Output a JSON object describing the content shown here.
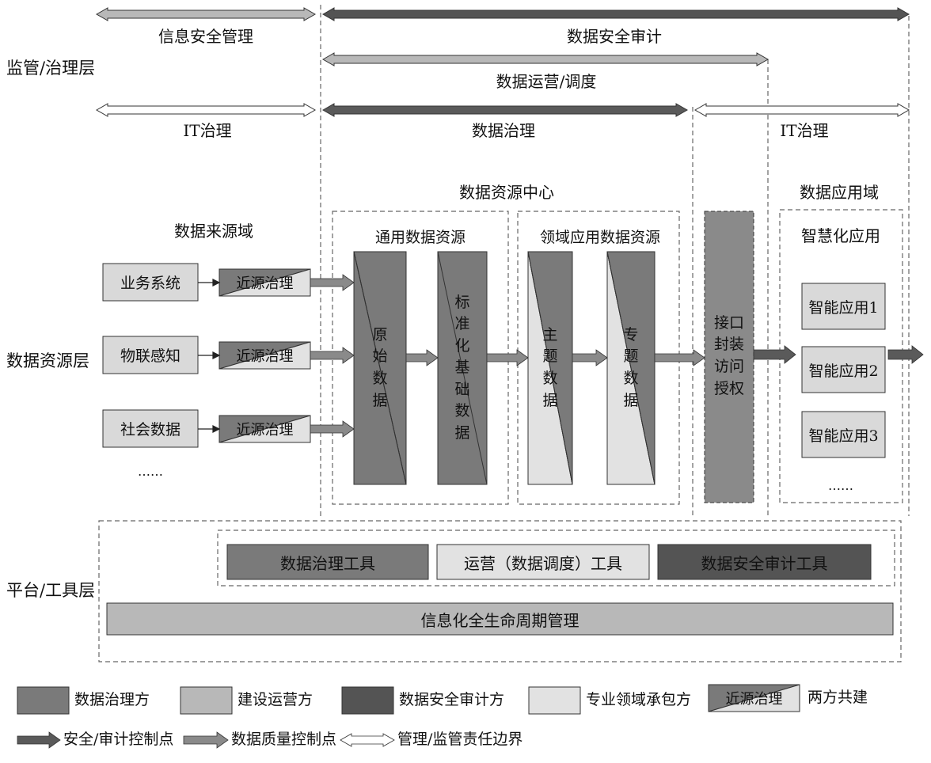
{
  "colors": {
    "governance": "#7a7a7a",
    "builder": "#b8b8b8",
    "audit": "#545454",
    "contractor": "#e2e2e2",
    "tool_strip": "#9a9a9a",
    "dark_arrow": "#5a5a5a",
    "mid_arrow": "#8a8a8a"
  },
  "layers": {
    "supervision": "监管/治理层",
    "data_resource": "数据资源层",
    "platform": "平台/工具层"
  },
  "boundaries": {
    "info_security_mgmt": "信息安全管理",
    "data_security_audit": "数据安全审计",
    "data_ops": "数据运营/调度",
    "it_gov_left": "IT治理",
    "data_gov": "数据治理",
    "it_gov_right": "IT治理"
  },
  "source_domain": {
    "title": "数据来源域",
    "sources": [
      "业务系统",
      "物联感知",
      "社会数据"
    ],
    "ellipsis": "……",
    "near_source": "近源治理"
  },
  "resource_center": {
    "title": "数据资源中心",
    "general_group": "通用数据资源",
    "domain_group": "领域应用数据资源",
    "raw": "原始数据",
    "standard": "标准化基础数据",
    "topic": "主题数据",
    "special": "专题数据"
  },
  "interface": "接口封装访问授权",
  "app_domain": {
    "title": "数据应用域",
    "subtitle": "智慧化应用",
    "apps": [
      "智能应用1",
      "智能应用2",
      "智能应用3"
    ],
    "ellipsis": "……"
  },
  "tools": {
    "gov_tool": "数据治理工具",
    "ops_tool": "运营（数据调度）工具",
    "audit_tool": "数据安全审计工具",
    "lifecycle": "信息化全生命周期管理"
  },
  "legend": {
    "governance": "数据治理方",
    "builder": "建设运营方",
    "audit": "数据安全审计方",
    "contractor": "专业领域承包方",
    "joint_box": "近源治理",
    "joint": "两方共建",
    "security_point": "安全/审计控制点",
    "quality_point": "数据质量控制点",
    "boundary": "管理/监管责任边界"
  }
}
